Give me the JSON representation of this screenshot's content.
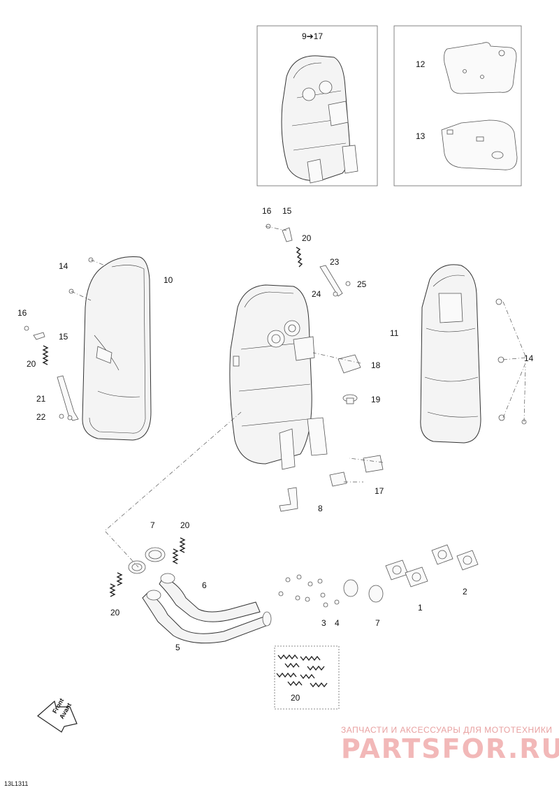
{
  "diagram": {
    "inset_range_label": "9➔17",
    "callouts": [
      {
        "id": "c12",
        "text": "12"
      },
      {
        "id": "c13",
        "text": "13"
      },
      {
        "id": "c16a",
        "text": "16"
      },
      {
        "id": "c15a",
        "text": "15"
      },
      {
        "id": "c20a",
        "text": "20"
      },
      {
        "id": "c23",
        "text": "23"
      },
      {
        "id": "c24",
        "text": "24"
      },
      {
        "id": "c25",
        "text": "25"
      },
      {
        "id": "c14a",
        "text": "14"
      },
      {
        "id": "c10",
        "text": "10"
      },
      {
        "id": "c16b",
        "text": "16"
      },
      {
        "id": "c15b",
        "text": "15"
      },
      {
        "id": "c20b",
        "text": "20"
      },
      {
        "id": "c21",
        "text": "21"
      },
      {
        "id": "c22",
        "text": "22"
      },
      {
        "id": "c11",
        "text": "11"
      },
      {
        "id": "c14b",
        "text": "14"
      },
      {
        "id": "c18",
        "text": "18"
      },
      {
        "id": "c19",
        "text": "19"
      },
      {
        "id": "c17",
        "text": "17"
      },
      {
        "id": "c8",
        "text": "8"
      },
      {
        "id": "c7a",
        "text": "7"
      },
      {
        "id": "c20c",
        "text": "20"
      },
      {
        "id": "c6",
        "text": "6"
      },
      {
        "id": "c20d",
        "text": "20"
      },
      {
        "id": "c5",
        "text": "5"
      },
      {
        "id": "c3",
        "text": "3"
      },
      {
        "id": "c4",
        "text": "4"
      },
      {
        "id": "c7b",
        "text": "7"
      },
      {
        "id": "c1",
        "text": "1"
      },
      {
        "id": "c2",
        "text": "2"
      },
      {
        "id": "c20e",
        "text": "20"
      }
    ],
    "front_label_1": "Front",
    "front_label_2": "Avant",
    "figure_code": "13L1311"
  },
  "watermark": {
    "tagline": "ЗАПЧАСТИ И АКСЕССУАРЫ ДЛЯ МОТОТЕХНИКИ",
    "brand": "PARTSFOR.RU"
  }
}
